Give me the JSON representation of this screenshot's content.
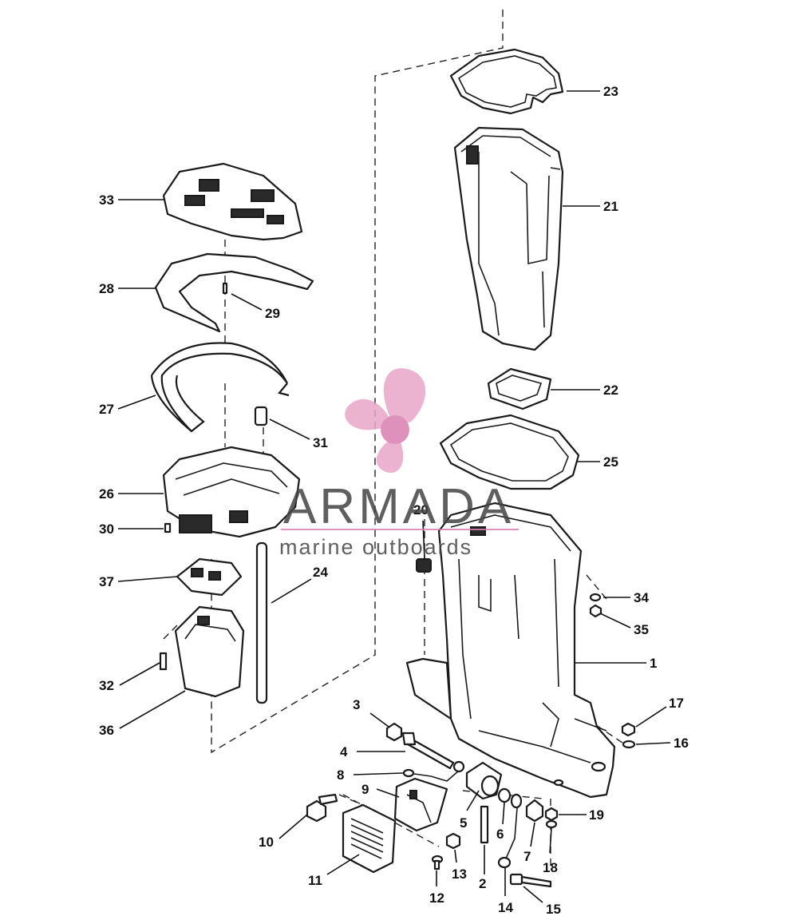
{
  "callouts": [
    {
      "id": "1",
      "text": "1"
    },
    {
      "id": "2",
      "text": "2"
    },
    {
      "id": "3",
      "text": "3"
    },
    {
      "id": "4",
      "text": "4"
    },
    {
      "id": "5",
      "text": "5"
    },
    {
      "id": "6",
      "text": "6"
    },
    {
      "id": "7",
      "text": "7"
    },
    {
      "id": "8",
      "text": "8"
    },
    {
      "id": "9",
      "text": "9"
    },
    {
      "id": "10",
      "text": "10"
    },
    {
      "id": "11",
      "text": "11"
    },
    {
      "id": "12",
      "text": "12"
    },
    {
      "id": "13",
      "text": "13"
    },
    {
      "id": "14",
      "text": "14"
    },
    {
      "id": "15",
      "text": "15"
    },
    {
      "id": "16",
      "text": "16"
    },
    {
      "id": "17",
      "text": "17"
    },
    {
      "id": "18",
      "text": "18"
    },
    {
      "id": "19",
      "text": "19"
    },
    {
      "id": "20",
      "text": "20"
    },
    {
      "id": "21",
      "text": "21"
    },
    {
      "id": "22",
      "text": "22"
    },
    {
      "id": "23",
      "text": "23"
    },
    {
      "id": "24",
      "text": "24"
    },
    {
      "id": "25",
      "text": "25"
    },
    {
      "id": "26",
      "text": "26"
    },
    {
      "id": "27",
      "text": "27"
    },
    {
      "id": "28",
      "text": "28"
    },
    {
      "id": "29",
      "text": "29"
    },
    {
      "id": "30",
      "text": "30"
    },
    {
      "id": "31",
      "text": "31"
    },
    {
      "id": "32",
      "text": "32"
    },
    {
      "id": "33",
      "text": "33"
    },
    {
      "id": "34",
      "text": "34"
    },
    {
      "id": "35",
      "text": "35"
    },
    {
      "id": "36",
      "text": "36"
    },
    {
      "id": "37",
      "text": "37"
    }
  ],
  "watermark": {
    "brand": "ARMADA",
    "tagline": "marine outboards",
    "logo_color": "#e8a6c8",
    "logo_center_color": "#d97fb0"
  }
}
